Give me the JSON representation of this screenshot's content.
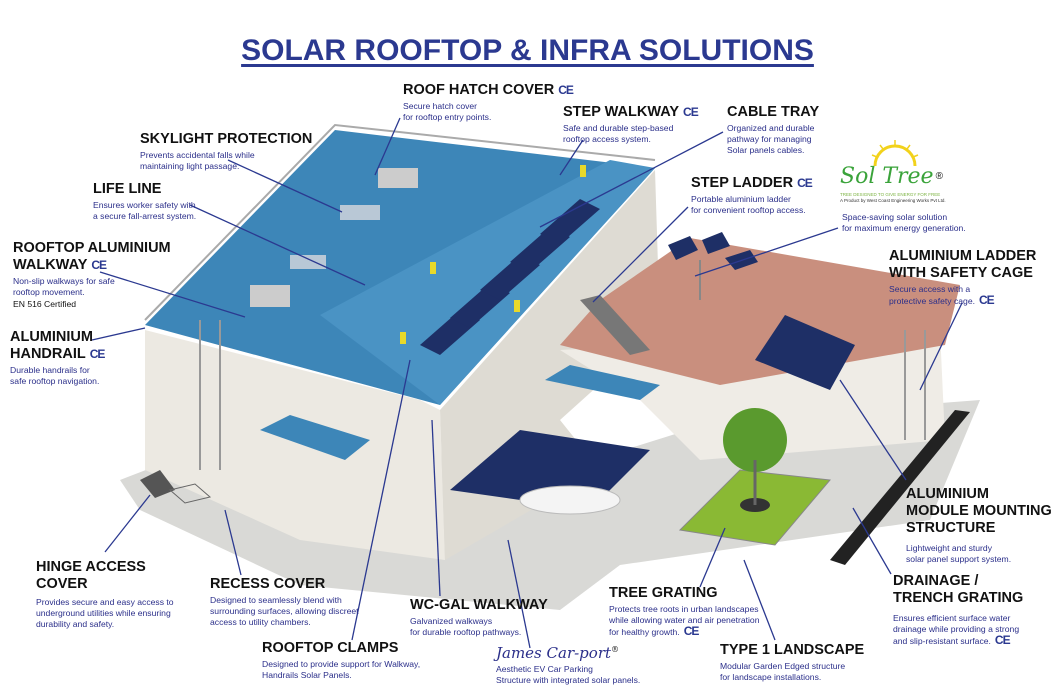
{
  "title": "SOLAR ROOFTOP & INFRA SOLUTIONS",
  "ce_mark": "CE",
  "labels": {
    "roof_hatch": {
      "heading": "ROOF HATCH COVER",
      "desc": [
        "Secure hatch cover",
        "for rooftop entry points."
      ]
    },
    "skylight": {
      "heading": "SKYLIGHT PROTECTION",
      "desc": [
        "Prevents accidental falls while",
        "maintaining light passage."
      ]
    },
    "life_line": {
      "heading": "LIFE LINE",
      "desc": [
        "Ensures worker safety with",
        "a secure fall-arrest system."
      ]
    },
    "rooftop_walkway": {
      "heading": [
        "ROOFTOP ALUMINIUM",
        "WALKWAY"
      ],
      "desc": [
        "Non-slip walkways for safe",
        "rooftop movement."
      ],
      "cert": "EN 516 Certified"
    },
    "handrail": {
      "heading": [
        "ALUMINIUM",
        "HANDRAIL"
      ],
      "desc": [
        "Durable handrails for",
        "safe rooftop navigation."
      ]
    },
    "step_walkway": {
      "heading": "STEP WALKWAY",
      "desc": [
        "Safe and durable step-based",
        "rooftop access system."
      ]
    },
    "cable_tray": {
      "heading": "CABLE TRAY",
      "desc": [
        "Organized and durable",
        "pathway for managing",
        "Solar panels cables."
      ]
    },
    "step_ladder": {
      "heading": "STEP LADDER",
      "desc": [
        "Portable aluminium ladder",
        "for convenient rooftop access."
      ]
    },
    "soltree": {
      "brand": "Sol Tree",
      "reg": "®",
      "tagline": "TREE DESIGNED TO GIVE ENERGY FOR FREE",
      "by": "A Product by West Coast Engineering Works Pvt Ltd.",
      "desc": [
        "Space-saving solar solution",
        "for maximum energy generation."
      ]
    },
    "ladder_cage": {
      "heading": [
        "ALUMINIUM LADDER",
        "WITH SAFETY CAGE"
      ],
      "desc": [
        "Secure access with a",
        "protective safety cage."
      ]
    },
    "module_mounting": {
      "heading": [
        "ALUMINIUM",
        "MODULE MOUNTING",
        "STRUCTURE"
      ],
      "desc": [
        "Lightweight and sturdy",
        "solar panel support system."
      ]
    },
    "drainage": {
      "heading": [
        "DRAINAGE /",
        "TRENCH GRATING"
      ],
      "desc": [
        "Ensures efficient surface water",
        "drainage while providing a strong",
        "and slip-resistant surface."
      ]
    },
    "landscape": {
      "heading": "TYPE 1 LANDSCAPE",
      "desc": [
        "Modular Garden Edged structure",
        "for landscape installations."
      ]
    },
    "tree_grating": {
      "heading": "TREE GRATING",
      "desc": [
        "Protects tree roots in urban landscapes",
        "while allowing water and air penetration",
        "for healthy growth."
      ]
    },
    "carport": {
      "brand": "James Car-port",
      "reg": "®",
      "desc": [
        "Aesthetic EV Car Parking",
        "Structure with integrated solar panels."
      ]
    },
    "wc_gal": {
      "heading": "WC-GAL WALKWAY",
      "desc": [
        "Galvanized walkways",
        "for durable rooftop pathways."
      ]
    },
    "clamps": {
      "heading": "ROOFTOP CLAMPS",
      "desc": [
        "Designed to provide support for Walkway,",
        "Handrails Solar Panels."
      ]
    },
    "recess": {
      "heading": "RECESS COVER",
      "desc": [
        "Designed to seamlessly blend with",
        "surrounding surfaces, allowing discreet",
        "access to utility chambers."
      ]
    },
    "hinge": {
      "heading": [
        "HINGE ACCESS",
        "COVER"
      ],
      "desc": [
        "Provides secure and easy access to",
        "underground utilities while ensuring",
        "durability and safety."
      ]
    }
  },
  "colors": {
    "title": "#2b3990",
    "desc": "#2b2f8a",
    "leader": "#2b3990",
    "roof": "#3d86b8",
    "terrace": "#c98f7e",
    "wall": "#e9e6df",
    "panel": "#1e2f66"
  }
}
